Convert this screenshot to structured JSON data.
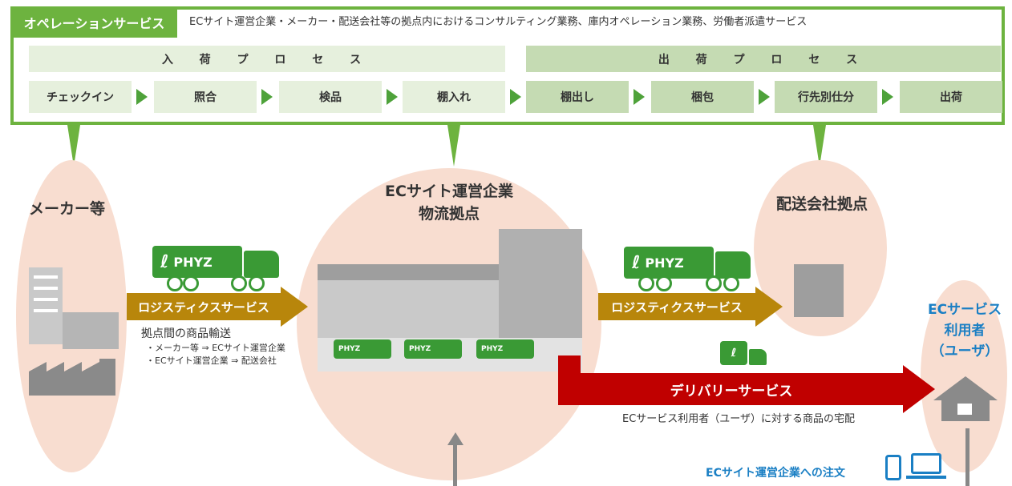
{
  "operation_service": {
    "tag": "オペレーションサービス",
    "description": "ECサイト運営企業・メーカー・配送会社等の拠点内におけるコンサルティング業務、庫内オペレーション業務、労働者派遣サービス",
    "inbound_label": "入 荷 プ ロ セ ス",
    "outbound_label": "出 荷 プ ロ セ ス",
    "steps": [
      "チェックイン",
      "照合",
      "検品",
      "棚入れ",
      "棚出し",
      "梱包",
      "行先別仕分",
      "出荷"
    ]
  },
  "nodes": {
    "maker": "メーカー等",
    "ec_hub_line1": "ECサイト運営企業",
    "ec_hub_line2": "物流拠点",
    "delivery_hub": "配送会社拠点",
    "user_line1": "ECサービス",
    "user_line2": "利用者",
    "user_line3": "（ユーザ）"
  },
  "logistics_left": {
    "label": "ロジスティクスサービス",
    "caption": "拠点間の商品輸送",
    "route1": "・メーカー等 ⇒ ECサイト運営企業",
    "route2": "・ECサイト運営企業 ⇒ 配送会社"
  },
  "logistics_right": {
    "label": "ロジスティクスサービス"
  },
  "truck_logo": "PHYZ",
  "delivery": {
    "label": "デリバリーサービス",
    "caption": "ECサービス利用者（ユーザ）に対する商品の宅配"
  },
  "order": {
    "label": "ECサイト運営企業への注文"
  },
  "colors": {
    "green": "#6db33f",
    "gold": "#b8860b",
    "red": "#c00000",
    "blob": "#f8ddd0",
    "blue": "#1a7fc4"
  }
}
